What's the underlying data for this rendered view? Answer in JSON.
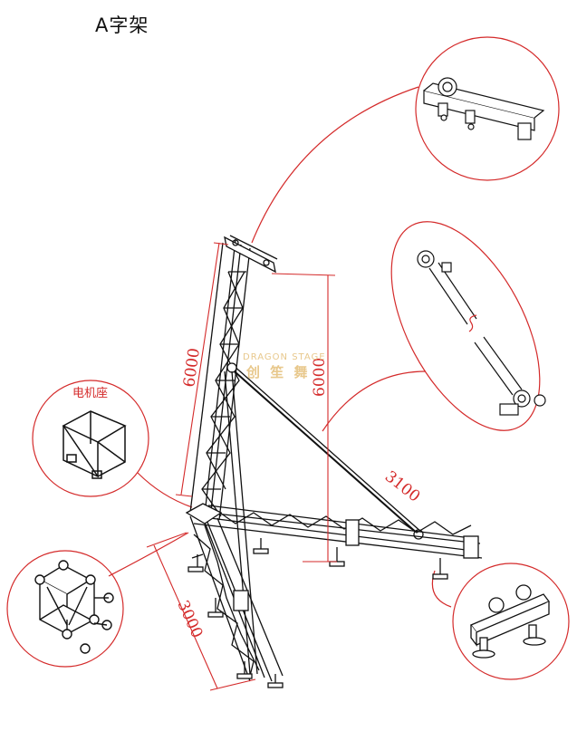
{
  "title": "A字架",
  "dimensions": {
    "left_truss_length": "6000",
    "vertical_height": "6000",
    "brace_length": "3100",
    "base_length": "3000"
  },
  "callouts": {
    "motor_base_label": "电机座"
  },
  "watermark": {
    "text_en": "DRAGON STAGE",
    "text_cn": "创 笙 舞"
  },
  "colors": {
    "accent": "#d42a2a",
    "line": "#111111",
    "watermark": "#e8c88c"
  }
}
